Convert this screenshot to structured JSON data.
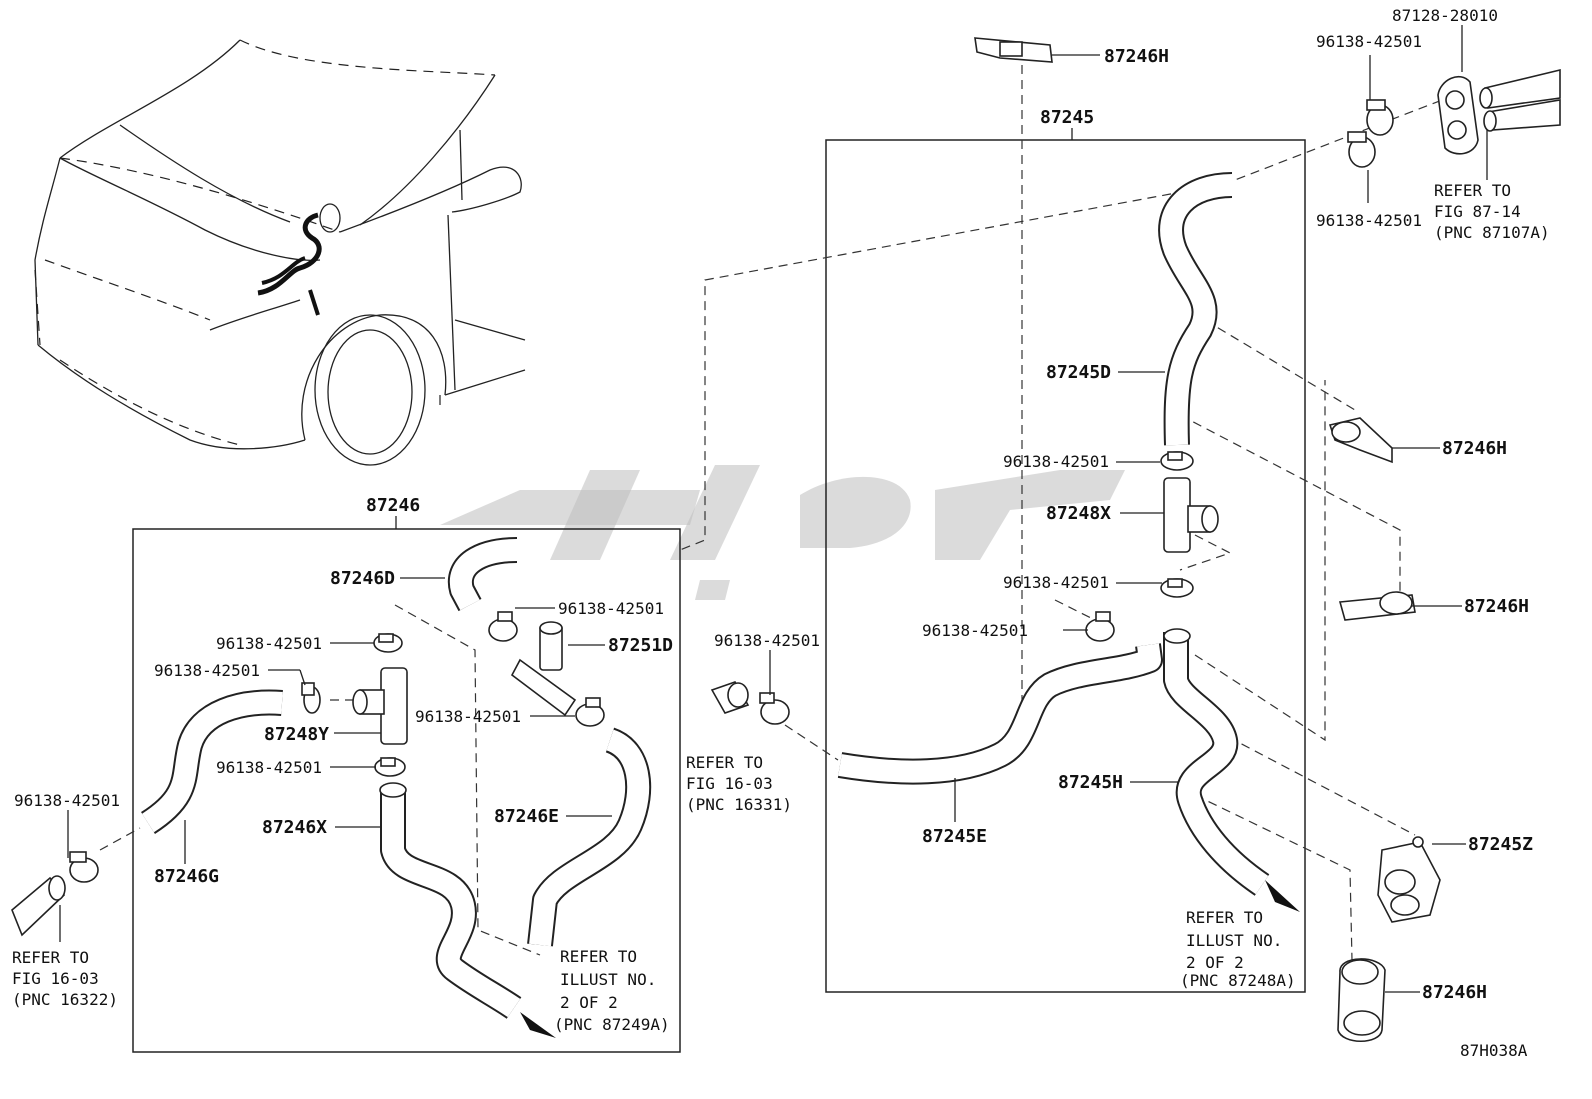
{
  "diagram": {
    "groups": [
      {
        "id": "87246",
        "label": "87246"
      },
      {
        "id": "87245",
        "label": "87245"
      }
    ],
    "part_labels": {
      "p87246H_top": "87246H",
      "p87128": "87128-28010",
      "clip_tr1": "96138-42501",
      "clip_tr2": "96138-42501",
      "p87245D": "87245D",
      "clip_r1": "96138-42501",
      "p87248X": "87248X",
      "clip_r2": "96138-42501",
      "clip_r3": "96138-42501",
      "p87245H": "87245H",
      "p87245E": "87245E",
      "p87246H_r1": "87246H",
      "p87246H_r2": "87246H",
      "p87245Z": "87245Z",
      "p87246H_r3": "87246H",
      "p87246D": "87246D",
      "clip_m1": "96138-42501",
      "p87251D": "87251D",
      "clip_m2": "96138-42501",
      "clip_mid": "96138-42501",
      "clip_l1": "96138-42501",
      "clip_l2": "96138-42501",
      "p87248Y": "87248Y",
      "clip_l3": "96138-42501",
      "p87246X": "87246X",
      "p87246E": "87246E",
      "clip_far": "96138-42501",
      "p87246G": "87246G"
    },
    "notes": {
      "refer_tr": [
        "REFER TO",
        "FIG 87-14",
        "(PNC 87107A)"
      ],
      "refer_mid": [
        "REFER TO",
        "FIG 16-03",
        "(PNC 16331)"
      ],
      "refer_left": [
        "REFER TO",
        "FIG 16-03",
        "(PNC 16322)"
      ],
      "refer_rbox": [
        "REFER TO",
        "ILLUST NO.",
        "2 OF 2",
        "(PNC 87248A)"
      ],
      "refer_lbox": [
        "REFER TO",
        "ILLUST NO.",
        "2 OF 2",
        "(PNC 87249A)"
      ]
    },
    "illustration_code": "87H038A"
  },
  "colors": {
    "line": "#222222",
    "background": "#ffffff",
    "watermark": "#bdbdbd"
  }
}
